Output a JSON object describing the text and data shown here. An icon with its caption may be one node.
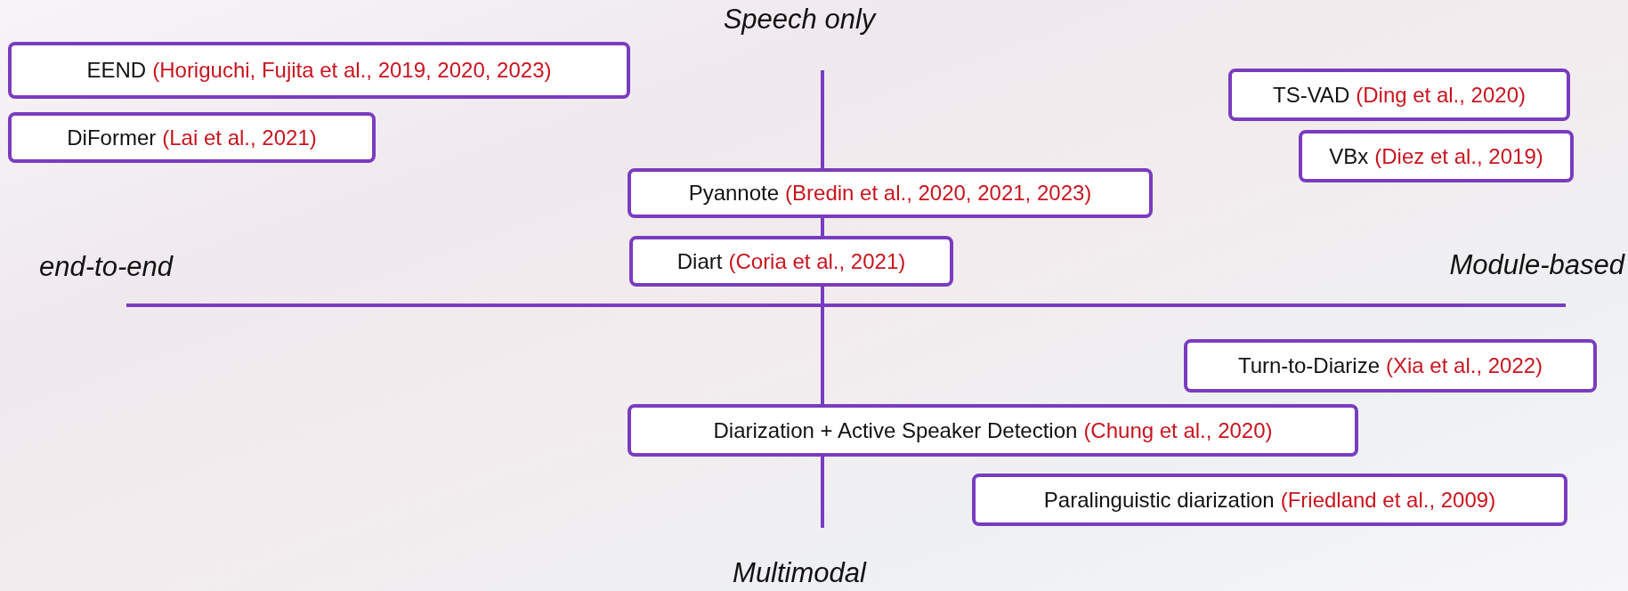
{
  "diagram": {
    "nodes": [
      {
        "text": [
          "EEND",
          "(Horiguchi, Fujita et al., 2019, 2020, 2023)"
        ]
      },
      {
        "text": [
          "DiFormer",
          "(Lai et al., 2021)"
        ]
      },
      {
        "text": [
          "TS-VAD",
          "(Ding et al., 2020)"
        ]
      },
      {
        "text": [
          "VBx",
          "(Diez et al., 2019)"
        ]
      },
      {
        "text": [
          "Pyannote",
          "(Bredin et al., 2020, 2021, 2023)"
        ]
      },
      {
        "text": [
          "Diart",
          "(Coria et al., 2021)"
        ]
      },
      {
        "text": [
          "Turn-to-Diarize",
          "(Xia et al., 2022)"
        ]
      },
      {
        "text": [
          "Diarization + Active Speaker Detection",
          "(Chung et al., 2020)"
        ]
      },
      {
        "text": [
          "Paralinguistic diarization",
          "(Friedland et al., 2009)"
        ]
      }
    ],
    "edges": [],
    "labels": [
      "Speech only",
      "end-to-end",
      "Module-based",
      "Multimodal"
    ]
  }
}
